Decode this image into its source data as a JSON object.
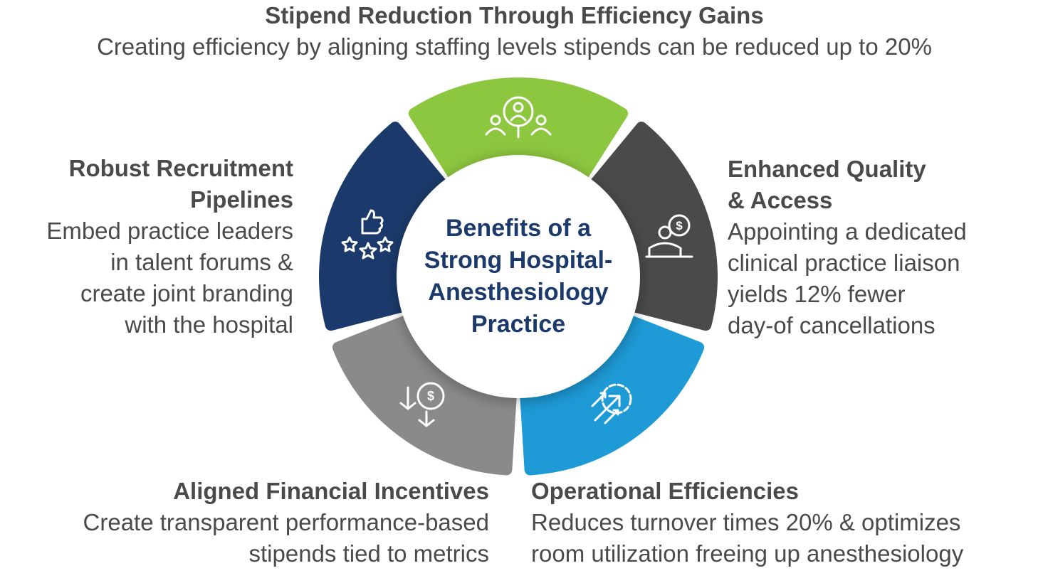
{
  "top": {
    "title": "Stipend Reduction Through Efficiency Gains",
    "desc": "Creating efficiency by aligning staffing levels stipends can be reduced up to 20%"
  },
  "left": {
    "title_lines": [
      "Robust Recruitment",
      "Pipelines"
    ],
    "desc_lines": [
      "Embed practice leaders",
      "in talent forums &",
      "create joint branding",
      "with the hospital"
    ]
  },
  "right": {
    "title_lines": [
      "Enhanced Quality",
      "& Access"
    ],
    "desc_lines": [
      "Appointing a dedicated",
      "clinical practice liaison",
      "yields 12% fewer",
      "day-of cancellations"
    ]
  },
  "bottom_left": {
    "title": "Aligned Financial Incentives",
    "desc_lines": [
      "Create transparent performance-based",
      "stipends tied to metrics"
    ]
  },
  "bottom_right": {
    "title": "Operational Efficiencies",
    "desc_lines": [
      "Reduces turnover times 20% & optimizes",
      "room utilization freeing up anesthesiology"
    ]
  },
  "center": {
    "lines": [
      "Benefits of a",
      "Strong Hospital-",
      "Anesthesiology",
      "Practice"
    ]
  },
  "segments": [
    {
      "name": "green",
      "color": "#8dc63f",
      "icon": "recruit-search-icon"
    },
    {
      "name": "dark",
      "color": "#4a4a4a",
      "icon": "person-dollar-icon"
    },
    {
      "name": "blue",
      "color": "#1e9ad6",
      "icon": "gear-arrows-icon"
    },
    {
      "name": "gray",
      "color": "#8a8a8a",
      "icon": "dollar-down-icon"
    },
    {
      "name": "navy",
      "color": "#1b3a6b",
      "icon": "thumbs-stars-icon"
    }
  ]
}
